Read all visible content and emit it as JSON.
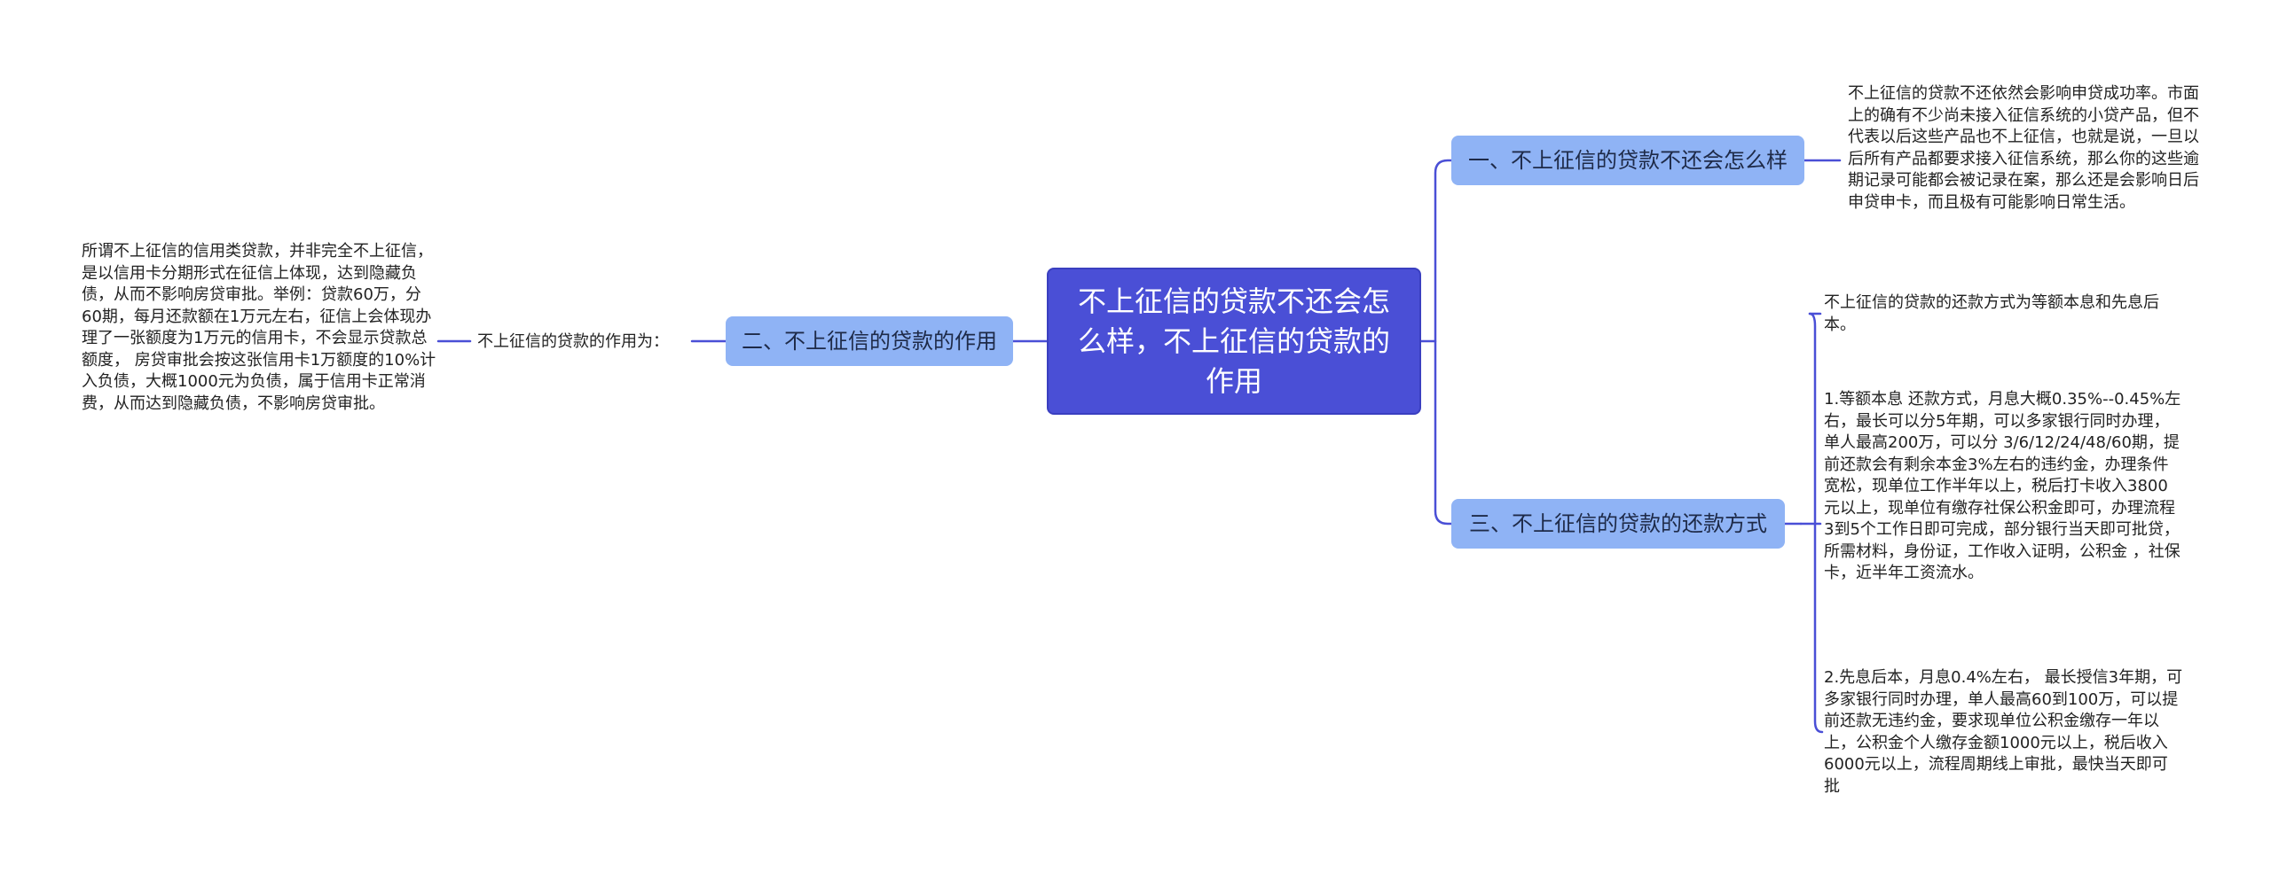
{
  "mindmap": {
    "root": {
      "title": "不上征信的贷款不还会怎么样，不上征信的贷款的作用"
    },
    "branches": [
      {
        "label": "一、不上征信的贷款不还会怎么样",
        "children": [
          "不上征信的贷款不还依然会影响申贷成功率。市面上的确有不少尚未接入征信系统的小贷产品，但不代表以后这些产品也不上征信，也就是说，一旦以后所有产品都要求接入征信系统，那么你的这些逾期记录可能都会被记录在案，那么还是会影响日后申贷申卡，而且极有可能影响日常生活。"
        ]
      },
      {
        "label": "二、不上征信的贷款的作用",
        "sub_label": "不上征信的贷款的作用为：",
        "children": [
          "所谓不上征信的信用类贷款，并非完全不上征信，是以信用卡分期形式在征信上体现，达到隐藏负债，从而不影响房贷审批。举例：贷款60万，分60期，每月还款额在1万元左右，征信上会体现办理了一张额度为1万元的信用卡，不会显示贷款总额度， 房贷审批会按这张信用卡1万额度的10%计入负债，大概1000元为负债，属于信用卡正常消费，从而达到隐藏负债，不影响房贷审批。"
        ]
      },
      {
        "label": "三、不上征信的贷款的还款方式",
        "children": [
          "不上征信的贷款的还款方式为等额本息和先息后本。",
          "1.等额本息 还款方式，月息大概0.35%--0.45%左右，最长可以分5年期，可以多家银行同时办理，单人最高200万，可以分 3/6/12/24/48/60期，提前还款会有剩余本金3%左右的违约金，办理条件宽松，现单位工作半年以上，税后打卡收入3800元以上，现单位有缴存社保公积金即可，办理流程3到5个工作日即可完成，部分银行当天即可批贷，所需材料，身份证，工作收入证明，公积金 ，社保卡，近半年工资流水。",
          "2.先息后本，月息0.4%左右， 最长授信3年期，可多家银行同时办理，单人最高60到100万，可以提前还款无违约金，要求现单位公积金缴存一年以上，公积金个人缴存金额1000元以上，税后收入6000元以上，流程周期线上审批，最快当天即可批"
        ]
      }
    ]
  },
  "colors": {
    "root_fill": "#4a4fd6",
    "branch_fill": "#8fb3f5",
    "connector": "#4a4fd6",
    "text": "#222222"
  }
}
